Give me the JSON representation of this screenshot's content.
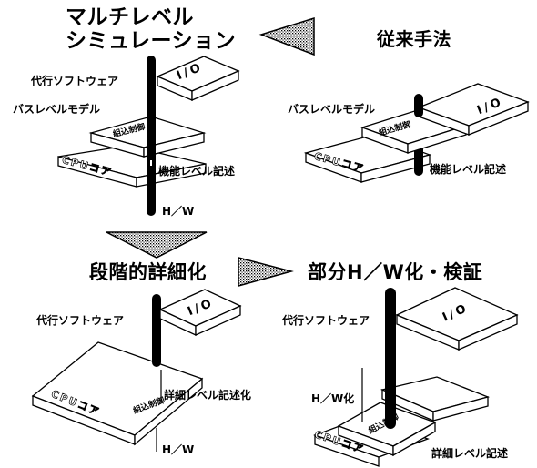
{
  "panels": {
    "multilevel": {
      "title_line1": "マルチレベル",
      "title_line2": "シミュレーション",
      "software_label": "代行ソフトウェア",
      "bus_label": "バスレベルモデル",
      "function_label": "機能レベル記述",
      "hw_label": "H／W",
      "io_text": "I/O",
      "cpu_text": "CPUコア",
      "embedded_text": "組込制御"
    },
    "conventional": {
      "title": "従来手法",
      "bus_label": "バスレベルモデル",
      "function_label": "機能レベル記述",
      "io_text": "I/O",
      "cpu_text": "CPUコア",
      "embedded_text": "組込制御"
    },
    "refinement": {
      "title": "段階的詳細化",
      "software_label": "代行ソフトウェア",
      "detail_label": "詳細レベル記述化",
      "hw_label": "H／W",
      "io_text": "I/O",
      "cpu_text": "CPUコア",
      "embedded_text": "組込制御"
    },
    "partial": {
      "title": "部分H／W化・検証",
      "software_label": "代行ソフトウェア",
      "hw_label": "H／W化",
      "detail_label": "詳細レベル記述",
      "io_text": "I/O",
      "cpu_text": "CPUコア",
      "embedded_text": "組込制御"
    }
  }
}
